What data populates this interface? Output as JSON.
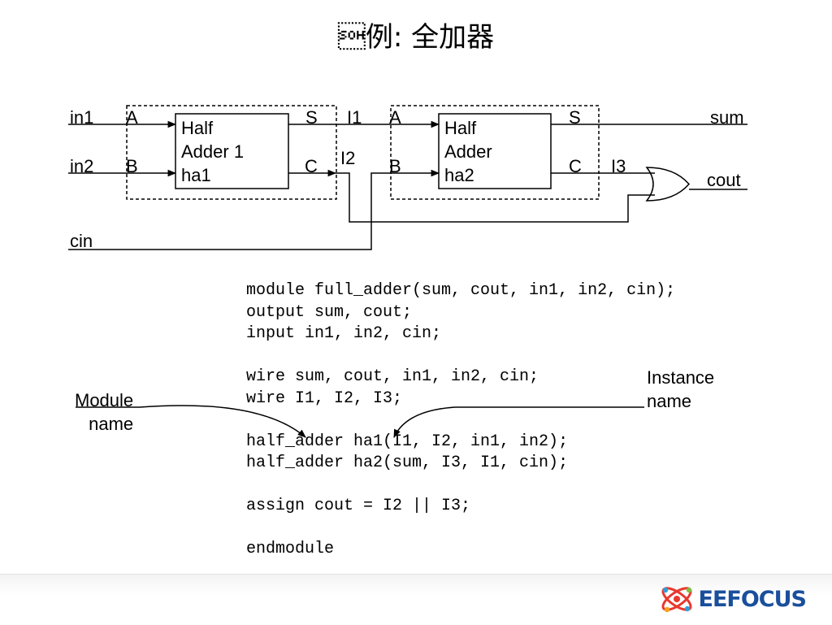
{
  "title": "\u0001例: 全加器",
  "labels": {
    "in1": "in1",
    "in2": "in2",
    "cin": "cin",
    "sum": "sum",
    "cout": "cout",
    "ha1_a": "A",
    "ha1_b": "B",
    "ha1_s": "S",
    "ha1_c": "C",
    "i1": "I1",
    "i2": "I2",
    "ha2_a": "A",
    "ha2_b": "B",
    "ha2_s": "S",
    "ha2_c": "C",
    "i3": "I3"
  },
  "blocks": {
    "ha1": "Half\nAdder 1\nha1",
    "ha2": "Half\nAdder\nha2"
  },
  "code": "module full_adder(sum, cout, in1, in2, cin);\noutput sum, cout;\ninput in1, in2, cin;\n\nwire sum, cout, in1, in2, cin;\nwire I1, I2, I3;\n\nhalf_adder ha1(I1, I2, in1, in2);\nhalf_adder ha2(sum, I3, I1, cin);\n\nassign cout = I2 || I3;\n\nendmodule",
  "annotations": {
    "module_name": "Module\nname",
    "instance_name": "Instance\nname"
  },
  "logo": {
    "text": "EEFOCUS",
    "color": "#1a4f9c",
    "accent_colors": [
      "#e8382e",
      "#2f9fd8",
      "#f3a21b",
      "#7cc142"
    ]
  }
}
